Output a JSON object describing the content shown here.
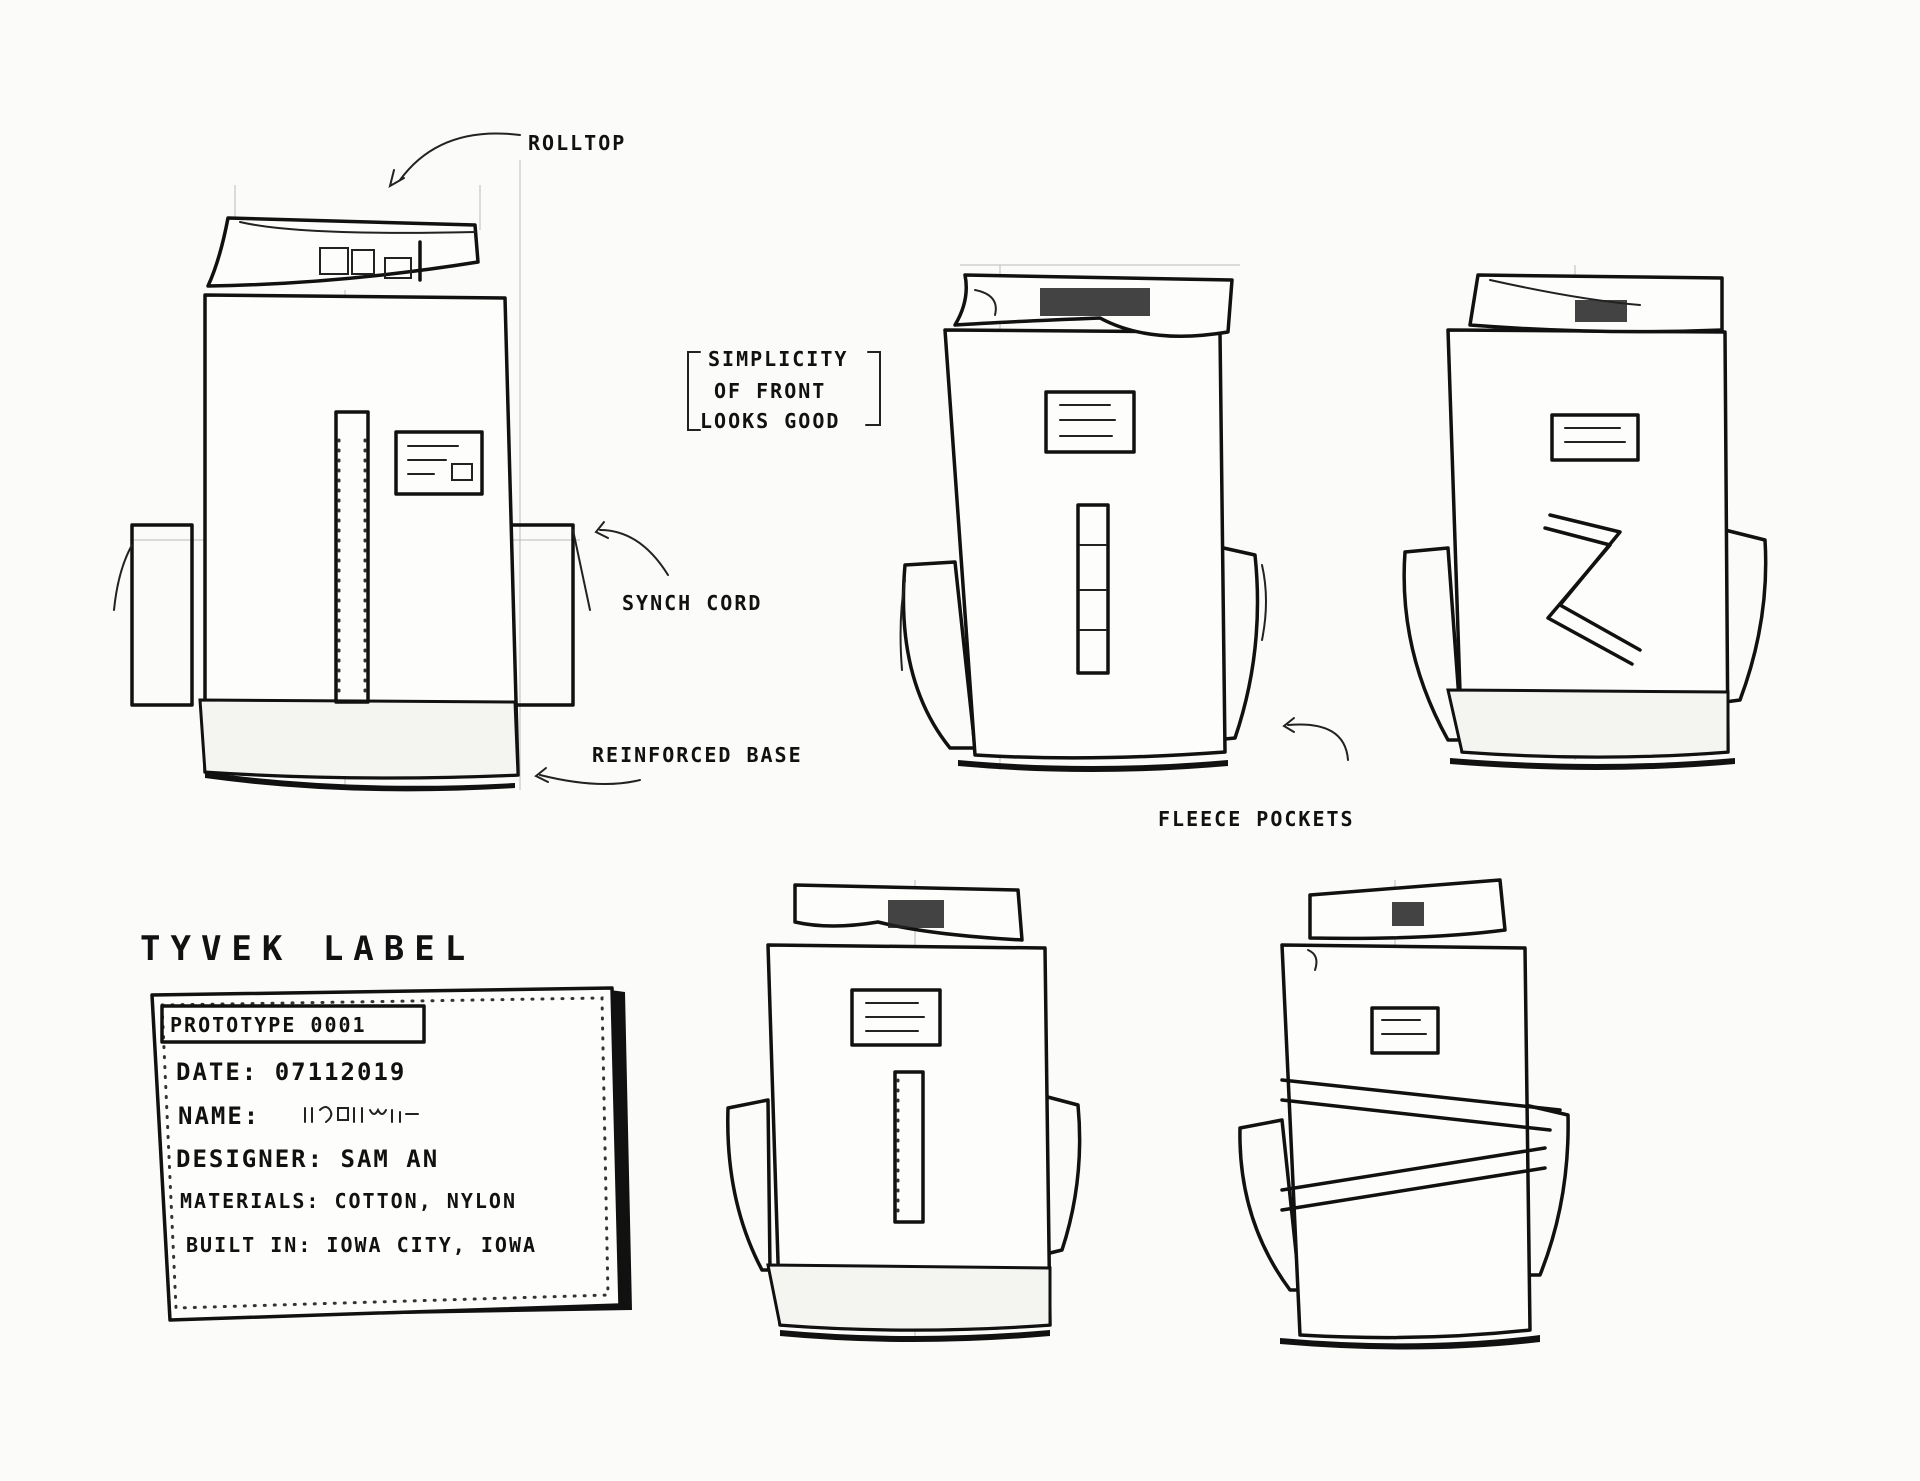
{
  "annotations": {
    "roll_top": "ROLLTOP",
    "synch_cord": "SYNCH CORD",
    "reinforced_base": "REINFORCED BASE",
    "simplicity_line1": "SIMPLICITY",
    "simplicity_line2": "OF FRONT",
    "simplicity_line3": "LOOKS GOOD",
    "fleece_pockets": "FLEECE POCKETS"
  },
  "tyvek_label": {
    "heading": "TYVEK LABEL",
    "prototype": "PROTOTYPE 0001",
    "date": "DATE: 07112019",
    "name": "NAME:",
    "designer": "DESIGNER: SAM AN",
    "materials": "MATERIALS: COTTON, NYLON",
    "built_in": "BUILT IN: IOWA CITY, IOWA"
  },
  "colors": {
    "ink": "#111111",
    "paper": "#fbfbf9",
    "guide": "#bbbbbb"
  }
}
